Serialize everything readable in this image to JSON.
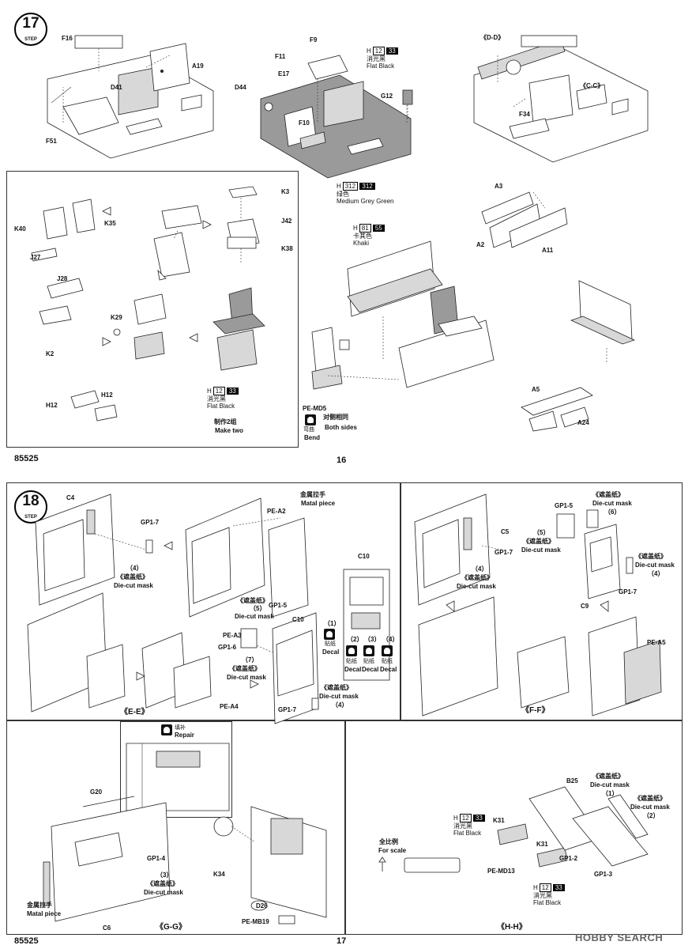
{
  "page1": {
    "step": {
      "number": "17",
      "word": "STEP"
    },
    "labels": {
      "F16": "F16",
      "A19": "A19",
      "D41": "D41",
      "F51": "F51",
      "F9": "F9",
      "F11": "F11",
      "E17": "E17",
      "D44": "D44",
      "F10": "F10",
      "G12": "G12",
      "DD": "《D-D》",
      "CC": "《C-C》",
      "F34": "F34",
      "K3": "K3",
      "J42": "J42",
      "K38": "K38",
      "K40": "K40",
      "K35": "K35",
      "J27": "J27",
      "J28": "J28",
      "K2": "K2",
      "K29": "K29",
      "H12a": "H12",
      "H12b": "H12",
      "A3": "A3",
      "A2": "A2",
      "A11": "A11",
      "A5": "A5",
      "A24": "A24",
      "PEMD5": "PE-MD5"
    },
    "paints": {
      "flat_black_top": {
        "h": "H",
        "hnum": "12",
        "code": "33",
        "cn": "消光黑",
        "en": "Flat Black"
      },
      "medium_grey_green": {
        "h": "H",
        "hnum": "312",
        "code": "312",
        "cn": "绿色",
        "en": "Medium Grey Green"
      },
      "khaki": {
        "h": "H",
        "hnum": "81",
        "code": "55",
        "cn": "卡其色",
        "en": "Khaki"
      },
      "flat_black_seat": {
        "h": "H",
        "hnum": "12",
        "code": "33",
        "cn": "消光黑",
        "en": "Flat Black"
      }
    },
    "notes": {
      "make_two_cn": "制作2组",
      "make_two_en": "Make two",
      "bend_cn": "弯曲",
      "bend_en": "Bend",
      "both_sides_cn": "对侧相同",
      "both_sides_en": "Both sides"
    },
    "kit_number": "85525",
    "page_number": "16"
  },
  "page2": {
    "step": {
      "number": "18",
      "word": "STEP"
    },
    "labels": {
      "C4": "C4",
      "GP17a": "GP1-7",
      "mask4a_cn": "（4）",
      "mask4a_cn2": "《遮盖纸》",
      "mask4a_en": "Die-cut mask",
      "metal_cn": "金属拉手",
      "metal_en": "Matal piece",
      "PEA2": "PE-A2",
      "C10a": "C10",
      "C10b": "C10",
      "decal1_num": "（1）",
      "decal1_cn": "贴纸",
      "decal1_en": "Decal",
      "decal2_num": "（2）",
      "decal3_num": "（3）",
      "decal4_num": "（4）",
      "decal_cn": "贴纸",
      "decal_en": "Decal",
      "mask5_cn": "《遮盖纸》",
      "mask5_num": "（5）",
      "mask5_en": "Die-cut mask",
      "GP15": "GP1-5",
      "PEA3": "PE-A3",
      "GP16": "GP1-6",
      "mask7_num": "（7）",
      "mask7_cn": "《遮盖纸》",
      "mask7_en": "Die-cut mask",
      "mask4b_cn": "《遮盖纸》",
      "mask4b_en": "Die-cut mask",
      "mask4b_num": "（4）",
      "GP17b": "GP1-7",
      "PEA4": "PE-A4",
      "EE": "《E-E》",
      "C5": "C5",
      "GP17c": "GP1-7",
      "mask4c_num": "（4）",
      "mask4c_cn": "《遮盖纸》",
      "mask4c_en": "Die-cut mask",
      "mask5b_num": "（5）",
      "mask5b_cn": "《遮盖纸》",
      "mask5b_en": "Die-cut mask",
      "GP15b": "GP1-5",
      "mask6_cn": "《遮盖纸》",
      "mask6_en": "Die-cut mask",
      "mask6_num": "（6）",
      "mask4d_cn": "《遮盖纸》",
      "mask4d_en": "Die-cut mask",
      "mask4d_num": "（4）",
      "GP17d": "GP1-7",
      "C9": "C9",
      "PEA5": "PE-A5",
      "FF": "《F-F》",
      "repair_cn": "填补",
      "repair_en": "Repair",
      "G20": "G20",
      "GP14": "GP1-4",
      "mask3_num": "（3）",
      "mask3_cn": "《遮盖纸》",
      "mask3_en": "Die-cut mask",
      "metal2_cn": "金属拉手",
      "metal2_en": "Matal piece",
      "C6": "C6",
      "K34": "K34",
      "D26": "D26",
      "PEMB19": "PE-MB19",
      "GG": "《G-G》",
      "scale_cn": "全比例",
      "scale_en": "For scale",
      "K31a": "K31",
      "K31b": "K31",
      "PEMD13": "PE-MD13",
      "GP12": "GP1-2",
      "GP13": "GP1-3",
      "B25": "B25",
      "mask1_cn": "《遮盖纸》",
      "mask1_en": "Die-cut mask",
      "mask1_num": "（1）",
      "mask2_cn": "《遮盖纸》",
      "mask2_en": "Die-cut mask",
      "mask2_num": "（2）",
      "HH": "《H-H》"
    },
    "paints": {
      "flat_black_a": {
        "h": "H",
        "hnum": "12",
        "code": "33",
        "cn": "消光黑",
        "en": "Flat Black"
      },
      "flat_black_b": {
        "h": "H",
        "hnum": "12",
        "code": "33",
        "cn": "消光黑",
        "en": "Flat Black"
      }
    },
    "kit_number": "85525",
    "page_number": "17",
    "watermark": "HOBBY SEARCH"
  }
}
